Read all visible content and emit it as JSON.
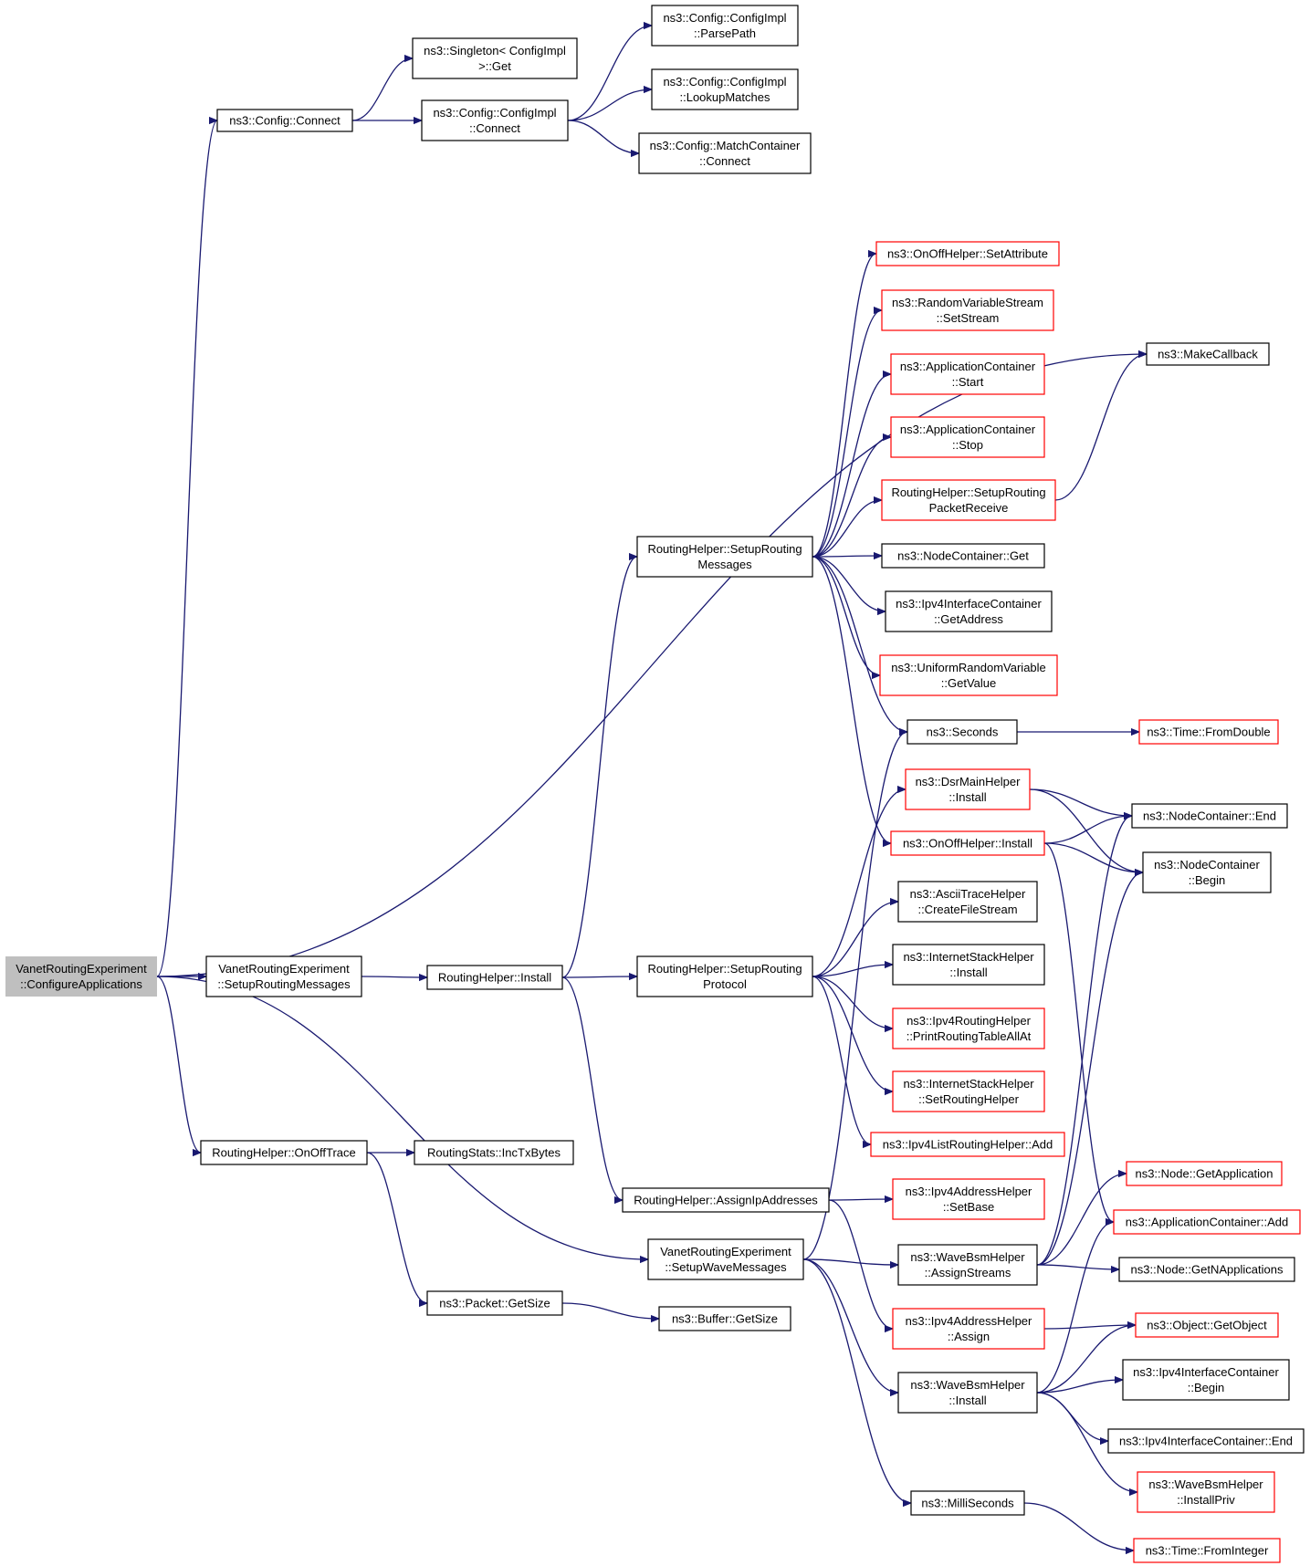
{
  "colors": {
    "edge": "#191970",
    "box_border_default": "#000000",
    "box_border_truncated": "#ff0000",
    "root_fill": "#bfbfbf",
    "background": "#ffffff"
  },
  "nodes": {
    "root": {
      "lines": [
        "VanetRoutingExperiment",
        "::ConfigureApplications"
      ],
      "style": "root"
    },
    "config_connect": {
      "lines": [
        "ns3::Config::Connect"
      ],
      "style": "black"
    },
    "singleton_get": {
      "lines": [
        "ns3::Singleton< ConfigImpl",
        ">::Get"
      ],
      "style": "black"
    },
    "configimpl_connect": {
      "lines": [
        "ns3::Config::ConfigImpl",
        "::Connect"
      ],
      "style": "black"
    },
    "parse_path": {
      "lines": [
        "ns3::Config::ConfigImpl",
        "::ParsePath"
      ],
      "style": "black"
    },
    "lookup_matches": {
      "lines": [
        "ns3::Config::ConfigImpl",
        "::LookupMatches"
      ],
      "style": "black"
    },
    "match_container_connect": {
      "lines": [
        "ns3::Config::MatchContainer",
        "::Connect"
      ],
      "style": "black"
    },
    "make_callback": {
      "lines": [
        "ns3::MakeCallback"
      ],
      "style": "black"
    },
    "onoff_setattribute": {
      "lines": [
        "ns3::OnOffHelper::SetAttribute"
      ],
      "style": "red"
    },
    "rvs_setstream": {
      "lines": [
        "ns3::RandomVariableStream",
        "::SetStream"
      ],
      "style": "red"
    },
    "appcontainer_start": {
      "lines": [
        "ns3::ApplicationContainer",
        "::Start"
      ],
      "style": "red"
    },
    "appcontainer_stop": {
      "lines": [
        "ns3::ApplicationContainer",
        "::Stop"
      ],
      "style": "red"
    },
    "setup_routing_packet_receive": {
      "lines": [
        "RoutingHelper::SetupRouting",
        "PacketReceive"
      ],
      "style": "red"
    },
    "setup_routing_messages_rh": {
      "lines": [
        "RoutingHelper::SetupRouting",
        "Messages"
      ],
      "style": "black"
    },
    "nodecontainer_get": {
      "lines": [
        "ns3::NodeContainer::Get"
      ],
      "style": "black"
    },
    "ipv4ic_getaddress": {
      "lines": [
        "ns3::Ipv4InterfaceContainer",
        "::GetAddress"
      ],
      "style": "black"
    },
    "urv_getvalue": {
      "lines": [
        "ns3::UniformRandomVariable",
        "::GetValue"
      ],
      "style": "red"
    },
    "seconds": {
      "lines": [
        "ns3::Seconds"
      ],
      "style": "black"
    },
    "time_fromdouble": {
      "lines": [
        "ns3::Time::FromDouble"
      ],
      "style": "red"
    },
    "dsrmain_install": {
      "lines": [
        "ns3::DsrMainHelper",
        "::Install"
      ],
      "style": "red"
    },
    "nodecontainer_end": {
      "lines": [
        "ns3::NodeContainer::End"
      ],
      "style": "black"
    },
    "onoff_install": {
      "lines": [
        "ns3::OnOffHelper::Install"
      ],
      "style": "red"
    },
    "nodecontainer_begin": {
      "lines": [
        "ns3::NodeContainer",
        "::Begin"
      ],
      "style": "black"
    },
    "ascii_createfilestream": {
      "lines": [
        "ns3::AsciiTraceHelper",
        "::CreateFileStream"
      ],
      "style": "black"
    },
    "vre_setup_routing_messages": {
      "lines": [
        "VanetRoutingExperiment",
        "::SetupRoutingMessages"
      ],
      "style": "black"
    },
    "rh_install": {
      "lines": [
        "RoutingHelper::Install"
      ],
      "style": "black"
    },
    "setup_routing_protocol": {
      "lines": [
        "RoutingHelper::SetupRouting",
        "Protocol"
      ],
      "style": "black"
    },
    "internetstack_install": {
      "lines": [
        "ns3::InternetStackHelper",
        "::Install"
      ],
      "style": "black"
    },
    "ipv4rh_print": {
      "lines": [
        "ns3::Ipv4RoutingHelper",
        "::PrintRoutingTableAllAt"
      ],
      "style": "red"
    },
    "internetstack_setrouting": {
      "lines": [
        "ns3::InternetStackHelper",
        "::SetRoutingHelper"
      ],
      "style": "red"
    },
    "ipv4listrouting_add": {
      "lines": [
        "ns3::Ipv4ListRoutingHelper::Add"
      ],
      "style": "red"
    },
    "rh_onofftrace": {
      "lines": [
        "RoutingHelper::OnOffTrace"
      ],
      "style": "black"
    },
    "routingstats_inctx": {
      "lines": [
        "RoutingStats::IncTxBytes"
      ],
      "style": "black"
    },
    "node_getapplication": {
      "lines": [
        "ns3::Node::GetApplication"
      ],
      "style": "red"
    },
    "rh_assign_ip": {
      "lines": [
        "RoutingHelper::AssignIpAddresses"
      ],
      "style": "black"
    },
    "ipv4addr_setbase": {
      "lines": [
        "ns3::Ipv4AddressHelper",
        "::SetBase"
      ],
      "style": "red"
    },
    "appcontainer_add": {
      "lines": [
        "ns3::ApplicationContainer::Add"
      ],
      "style": "red"
    },
    "vre_setup_wave": {
      "lines": [
        "VanetRoutingExperiment",
        "::SetupWaveMessages"
      ],
      "style": "black"
    },
    "wavebsm_assignstreams": {
      "lines": [
        "ns3::WaveBsmHelper",
        "::AssignStreams"
      ],
      "style": "black"
    },
    "node_getnapplications": {
      "lines": [
        "ns3::Node::GetNApplications"
      ],
      "style": "black"
    },
    "packet_getsize": {
      "lines": [
        "ns3::Packet::GetSize"
      ],
      "style": "black"
    },
    "buffer_getsize": {
      "lines": [
        "ns3::Buffer::GetSize"
      ],
      "style": "black"
    },
    "ipv4addr_assign": {
      "lines": [
        "ns3::Ipv4AddressHelper",
        "::Assign"
      ],
      "style": "red"
    },
    "object_getobject": {
      "lines": [
        "ns3::Object::GetObject"
      ],
      "style": "red"
    },
    "wavebsm_install": {
      "lines": [
        "ns3::WaveBsmHelper",
        "::Install"
      ],
      "style": "black"
    },
    "ipv4ic_begin": {
      "lines": [
        "ns3::Ipv4InterfaceContainer",
        "::Begin"
      ],
      "style": "black"
    },
    "ipv4ic_end": {
      "lines": [
        "ns3::Ipv4InterfaceContainer::End"
      ],
      "style": "black"
    },
    "wavebsm_installpriv": {
      "lines": [
        "ns3::WaveBsmHelper",
        "::InstallPriv"
      ],
      "style": "red"
    },
    "milliseconds": {
      "lines": [
        "ns3::MilliSeconds"
      ],
      "style": "black"
    },
    "time_frominteger": {
      "lines": [
        "ns3::Time::FromInteger"
      ],
      "style": "red"
    }
  },
  "edges": [
    [
      "root",
      "config_connect"
    ],
    [
      "root",
      "make_callback"
    ],
    [
      "root",
      "vre_setup_routing_messages"
    ],
    [
      "root",
      "rh_onofftrace"
    ],
    [
      "root",
      "vre_setup_wave"
    ],
    [
      "config_connect",
      "singleton_get"
    ],
    [
      "config_connect",
      "configimpl_connect"
    ],
    [
      "configimpl_connect",
      "parse_path"
    ],
    [
      "configimpl_connect",
      "lookup_matches"
    ],
    [
      "configimpl_connect",
      "match_container_connect"
    ],
    [
      "vre_setup_routing_messages",
      "rh_install"
    ],
    [
      "rh_install",
      "setup_routing_messages_rh"
    ],
    [
      "rh_install",
      "setup_routing_protocol"
    ],
    [
      "rh_install",
      "rh_assign_ip"
    ],
    [
      "setup_routing_messages_rh",
      "onoff_setattribute"
    ],
    [
      "setup_routing_messages_rh",
      "rvs_setstream"
    ],
    [
      "setup_routing_messages_rh",
      "appcontainer_start"
    ],
    [
      "setup_routing_messages_rh",
      "appcontainer_stop"
    ],
    [
      "setup_routing_messages_rh",
      "setup_routing_packet_receive"
    ],
    [
      "setup_routing_messages_rh",
      "nodecontainer_get"
    ],
    [
      "setup_routing_messages_rh",
      "ipv4ic_getaddress"
    ],
    [
      "setup_routing_messages_rh",
      "urv_getvalue"
    ],
    [
      "setup_routing_messages_rh",
      "seconds"
    ],
    [
      "setup_routing_messages_rh",
      "onoff_install"
    ],
    [
      "setup_routing_packet_receive",
      "make_callback"
    ],
    [
      "seconds",
      "time_fromdouble"
    ],
    [
      "dsrmain_install",
      "nodecontainer_end"
    ],
    [
      "dsrmain_install",
      "nodecontainer_begin"
    ],
    [
      "onoff_install",
      "nodecontainer_end"
    ],
    [
      "onoff_install",
      "nodecontainer_begin"
    ],
    [
      "onoff_install",
      "appcontainer_add"
    ],
    [
      "setup_routing_protocol",
      "dsrmain_install"
    ],
    [
      "setup_routing_protocol",
      "ascii_createfilestream"
    ],
    [
      "setup_routing_protocol",
      "internetstack_install"
    ],
    [
      "setup_routing_protocol",
      "ipv4rh_print"
    ],
    [
      "setup_routing_protocol",
      "internetstack_setrouting"
    ],
    [
      "setup_routing_protocol",
      "ipv4listrouting_add"
    ],
    [
      "rh_onofftrace",
      "routingstats_inctx"
    ],
    [
      "rh_onofftrace",
      "packet_getsize"
    ],
    [
      "packet_getsize",
      "buffer_getsize"
    ],
    [
      "rh_assign_ip",
      "ipv4addr_setbase"
    ],
    [
      "rh_assign_ip",
      "ipv4addr_assign"
    ],
    [
      "vre_setup_wave",
      "seconds"
    ],
    [
      "vre_setup_wave",
      "wavebsm_assignstreams"
    ],
    [
      "vre_setup_wave",
      "wavebsm_install"
    ],
    [
      "vre_setup_wave",
      "milliseconds"
    ],
    [
      "wavebsm_assignstreams",
      "node_getapplication"
    ],
    [
      "wavebsm_assignstreams",
      "node_getnapplications"
    ],
    [
      "wavebsm_assignstreams",
      "nodecontainer_begin"
    ],
    [
      "wavebsm_assignstreams",
      "nodecontainer_end"
    ],
    [
      "ipv4addr_assign",
      "object_getobject"
    ],
    [
      "wavebsm_install",
      "appcontainer_add"
    ],
    [
      "wavebsm_install",
      "object_getobject"
    ],
    [
      "wavebsm_install",
      "ipv4ic_begin"
    ],
    [
      "wavebsm_install",
      "ipv4ic_end"
    ],
    [
      "wavebsm_install",
      "wavebsm_installpriv"
    ],
    [
      "milliseconds",
      "time_frominteger"
    ]
  ]
}
